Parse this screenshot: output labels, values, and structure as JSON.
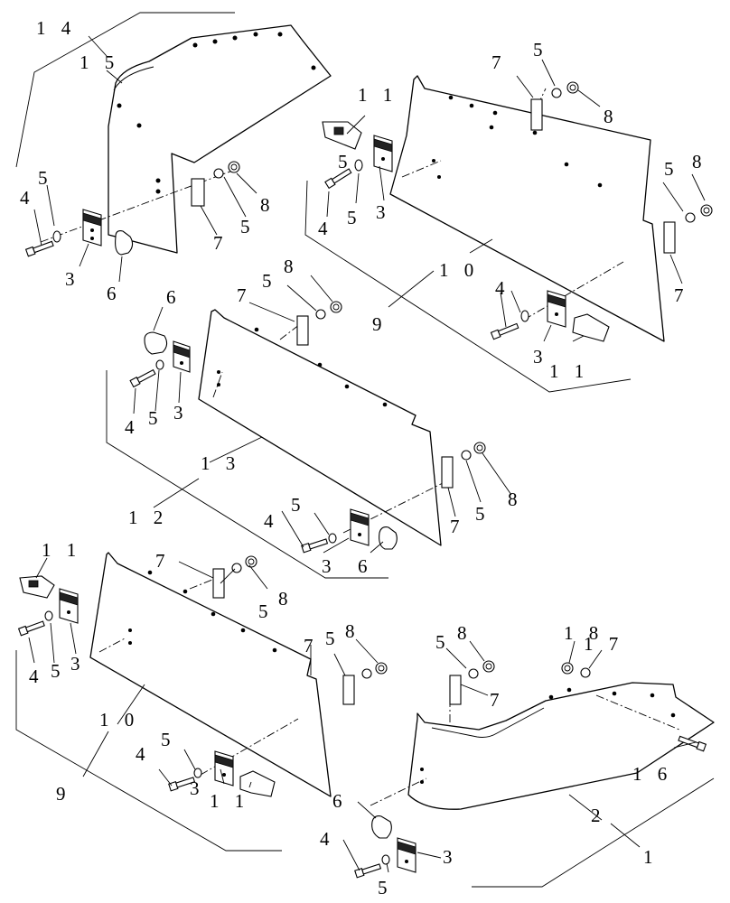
{
  "diagram": {
    "callouts": {
      "c1": "1 4",
      "c2": "1 5",
      "c3": "5",
      "c4": "4",
      "c5": "3",
      "c6": "6",
      "c7": "7",
      "c8": "5",
      "c9": "8",
      "c10": "7",
      "c11": "5",
      "c12": "1 1",
      "c13": "8",
      "c14": "5",
      "c15": "4",
      "c16": "3",
      "c17": "5",
      "c18": "8",
      "c19": "1 0",
      "c20": "9",
      "c21": "5",
      "c22": "7",
      "c23": "4",
      "c24": "3",
      "c25": "1 1",
      "c26": "6",
      "c27": "7",
      "c28": "5",
      "c29": "8",
      "c30": "4",
      "c31": "5",
      "c32": "3",
      "c33": "1 3",
      "c34": "1 2",
      "c35": "5",
      "c36": "4",
      "c37": "3",
      "c38": "6",
      "c39": "7",
      "c40": "5",
      "c41": "8",
      "c42": "1 1",
      "c43": "7",
      "c44": "5",
      "c45": "8",
      "c46": "4",
      "c47": "5",
      "c48": "3",
      "c49": "1 0",
      "c50": "9",
      "c51": "7",
      "c52": "5",
      "c53": "8",
      "c54": "5",
      "c55": "4",
      "c56": "3",
      "c57": "1 1",
      "c58": "5",
      "c59": "8",
      "c60": "7",
      "c61": "1 8",
      "c62": "1 7",
      "c63": "1 6",
      "c64": "6",
      "c65": "2",
      "c66": "1",
      "c67": "4",
      "c68": "3",
      "c69": "5"
    }
  }
}
